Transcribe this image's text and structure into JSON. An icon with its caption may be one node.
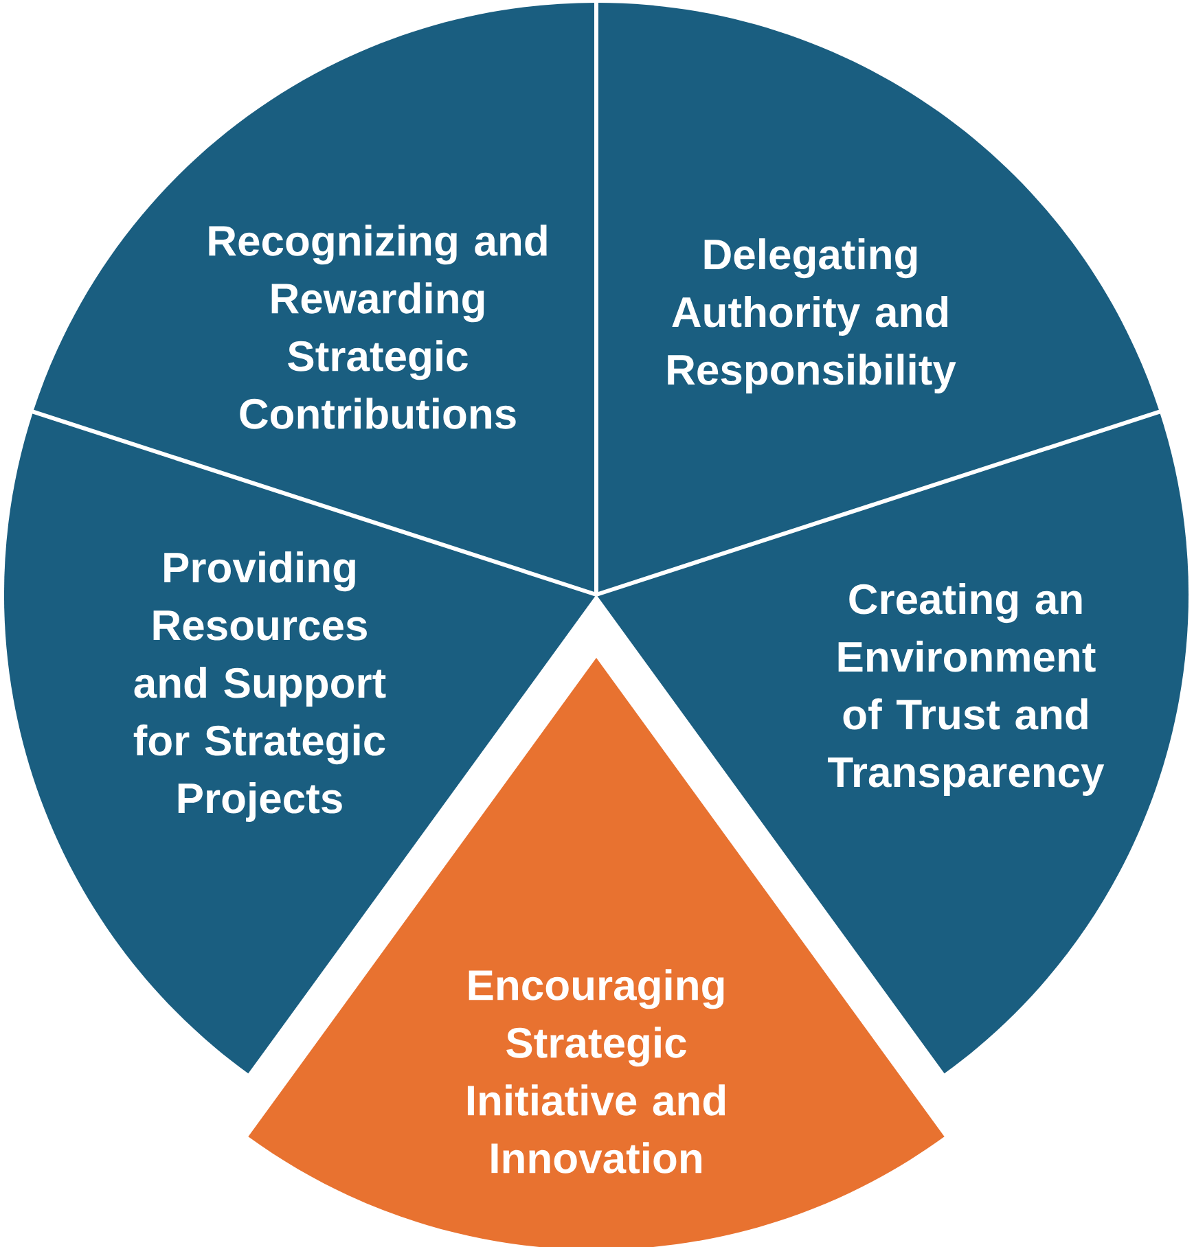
{
  "diagram": {
    "nodes": [
      {
        "text": [
          "Recognizing and Rewarding Strategic Contributions"
        ]
      },
      {
        "text": [
          "Delegating Authority and Responsibility"
        ]
      },
      {
        "text": [
          "Providing Resources and Support for Strategic Projects"
        ]
      },
      {
        "text": [
          "Creating an Environment of Trust and Transparency"
        ]
      },
      {
        "text": [
          "Encouraging Strategic Initiative and Innovation"
        ]
      }
    ]
  }
}
